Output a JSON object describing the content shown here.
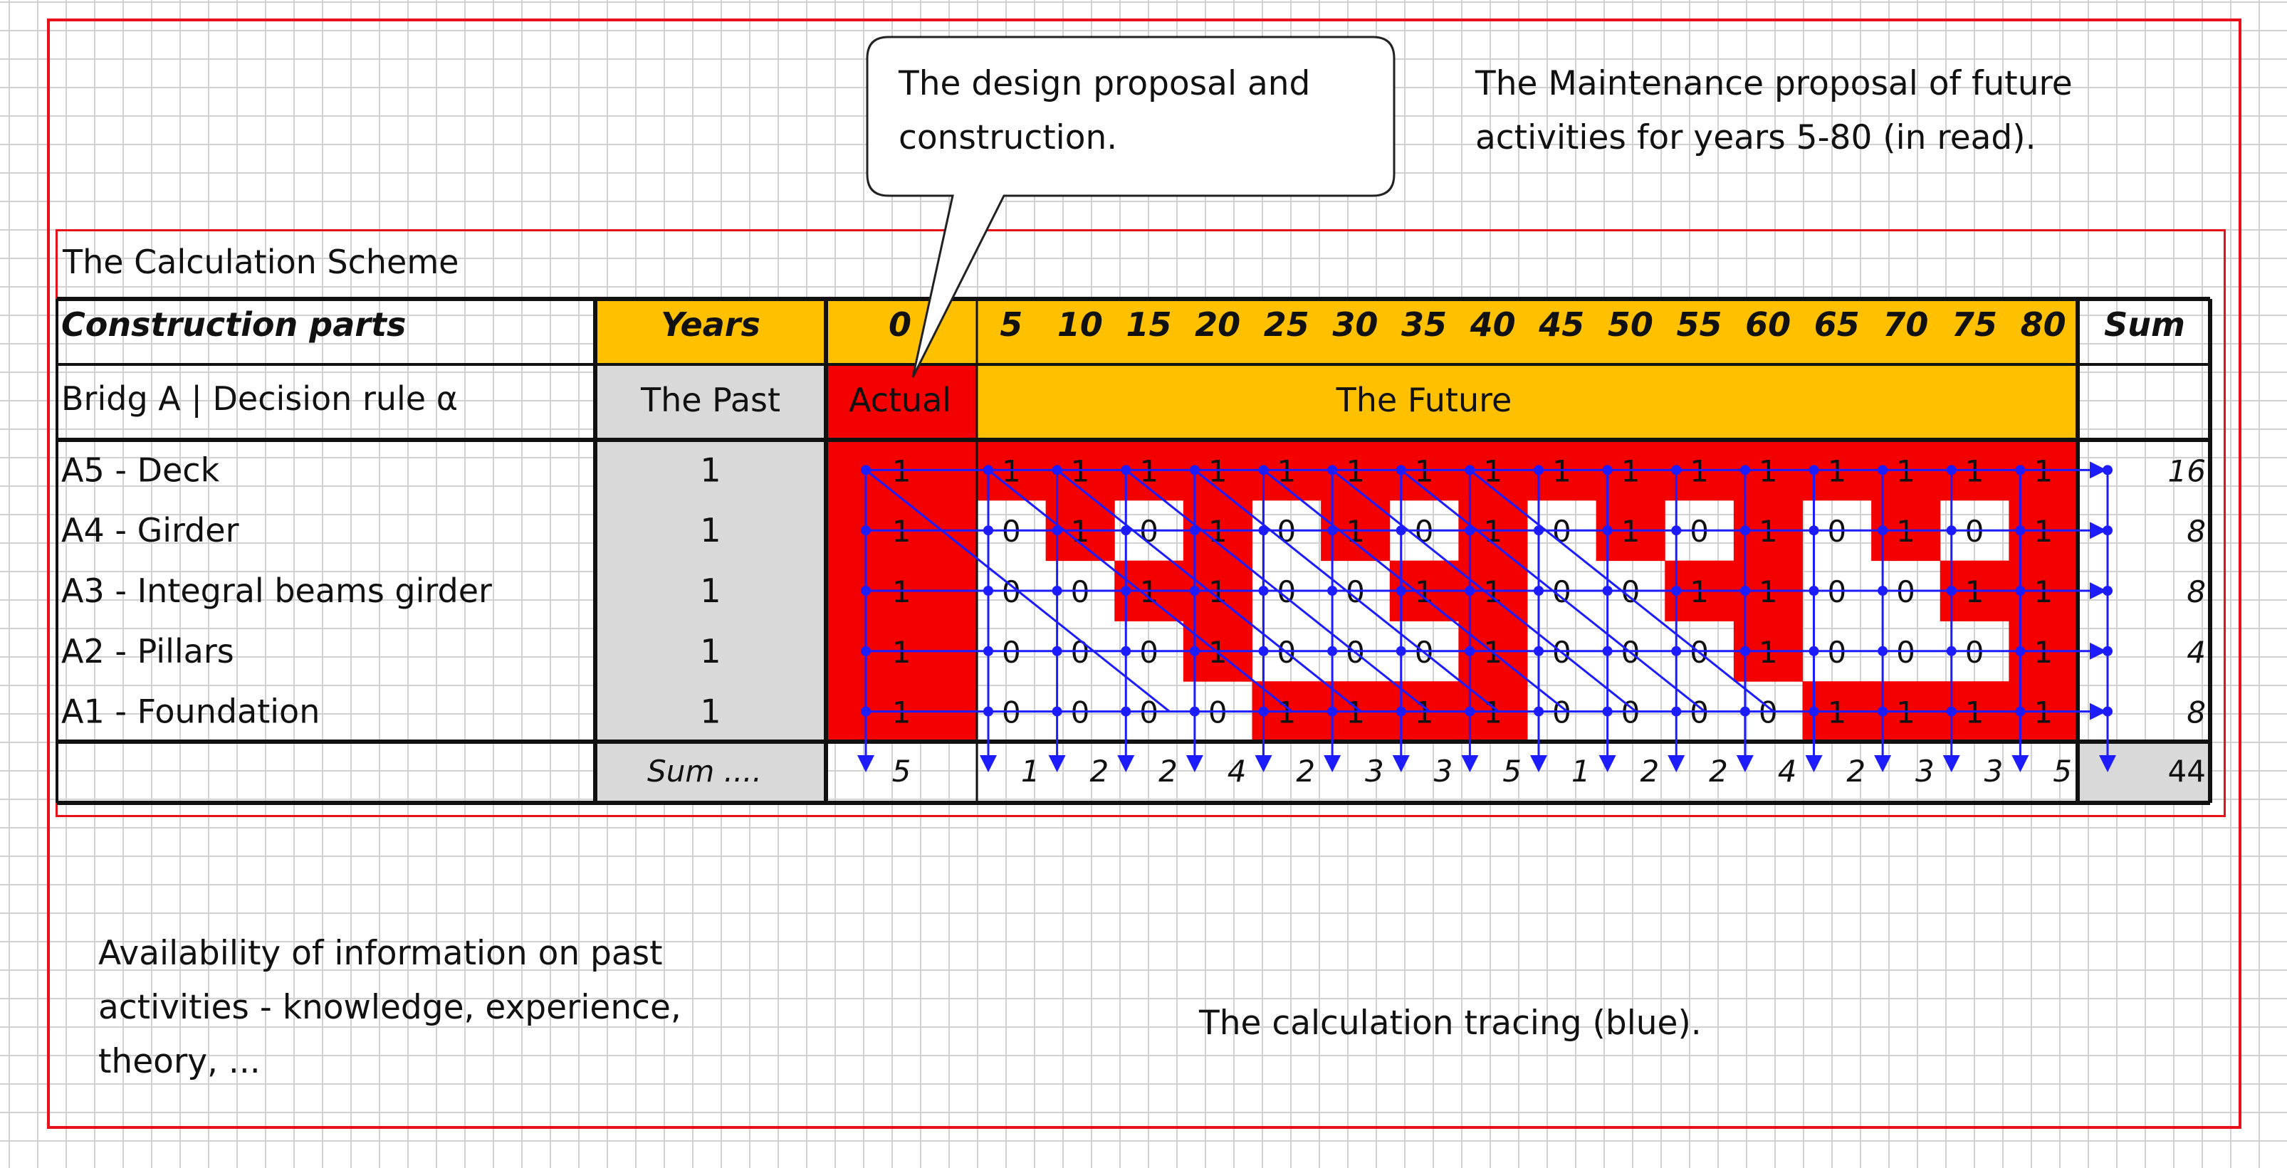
{
  "scheme_title": "The Calculation Scheme",
  "header": {
    "col_label": "Construction parts",
    "years_label": "Years",
    "year_values": [
      "0",
      "5",
      "10",
      "15",
      "20",
      "25",
      "30",
      "35",
      "40",
      "45",
      "50",
      "55",
      "60",
      "65",
      "70",
      "75",
      "80"
    ],
    "sum_label": "Sum"
  },
  "subheader": {
    "row_label": "Bridg A | Decision rule α",
    "past_label": "The Past",
    "actual_label": "Actual",
    "future_label": "The Future"
  },
  "rows": [
    {
      "label": "A5 - Deck",
      "past": "1",
      "values": [
        "1",
        "1",
        "1",
        "1",
        "1",
        "1",
        "1",
        "1",
        "1",
        "1",
        "1",
        "1",
        "1",
        "1",
        "1",
        "1",
        "1"
      ],
      "sum": "16"
    },
    {
      "label": "A4 - Girder",
      "past": "1",
      "values": [
        "1",
        "0",
        "1",
        "0",
        "1",
        "0",
        "1",
        "0",
        "1",
        "0",
        "1",
        "0",
        "1",
        "0",
        "1",
        "0",
        "1"
      ],
      "sum": "8"
    },
    {
      "label": "A3 - Integral beams girder",
      "past": "1",
      "values": [
        "1",
        "0",
        "0",
        "1",
        "1",
        "0",
        "0",
        "1",
        "1",
        "0",
        "0",
        "1",
        "1",
        "0",
        "0",
        "1",
        "1"
      ],
      "sum": "8"
    },
    {
      "label": "A2 - Pillars",
      "past": "1",
      "values": [
        "1",
        "0",
        "0",
        "0",
        "1",
        "0",
        "0",
        "0",
        "1",
        "0",
        "0",
        "0",
        "1",
        "0",
        "0",
        "0",
        "1"
      ],
      "sum": "4"
    },
    {
      "label": "A1 - Foundation",
      "past": "1",
      "values": [
        "1",
        "0",
        "0",
        "0",
        "0",
        "1",
        "1",
        "1",
        "1",
        "0",
        "0",
        "0",
        "0",
        "1",
        "1",
        "1",
        "1"
      ],
      "sum": "8"
    }
  ],
  "sum_row": {
    "label": "Sum ....",
    "values": [
      "5",
      "1",
      "2",
      "2",
      "4",
      "2",
      "3",
      "3",
      "5",
      "1",
      "2",
      "2",
      "4",
      "2",
      "3",
      "3",
      "5"
    ],
    "total": "44"
  },
  "callouts": {
    "design": "The design proposal and\nconstruction.",
    "maintenance": "The Maintenance proposal of future\nactivities for years 5-80 (in read).",
    "past_info": "Availability of information on past\nactivities - knowledge, experience,\ntheory, ...",
    "tracing": "The calculation tracing (blue)."
  },
  "colors": {
    "red": "#f50000",
    "orange": "#ffc000",
    "gray": "#d9d9d9",
    "trace_blue": "#1c1cff",
    "frame_red": "#e8101a"
  }
}
